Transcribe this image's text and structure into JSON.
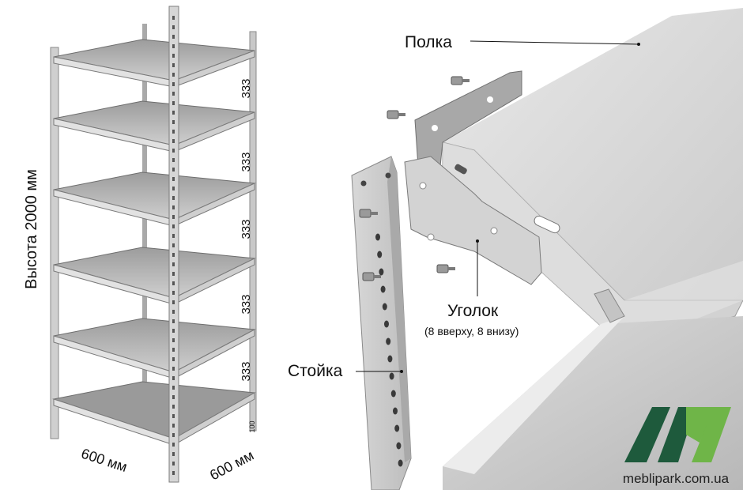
{
  "left": {
    "height_label": "Высота 2000 мм",
    "spacings": [
      "333",
      "333",
      "333",
      "333",
      "333"
    ],
    "bottom_gap": "100",
    "width_label": "600 мм",
    "depth_label": "600 мм"
  },
  "right": {
    "shelf_label": "Полка",
    "corner_label": "Уголок",
    "corner_note": "(8 вверху, 8 внизу)",
    "post_label": "Стойка"
  },
  "brand": {
    "site": "meblipark.com.ua",
    "colors": {
      "dark_green": "#1e5a3c",
      "light_green": "#6fb548"
    }
  }
}
